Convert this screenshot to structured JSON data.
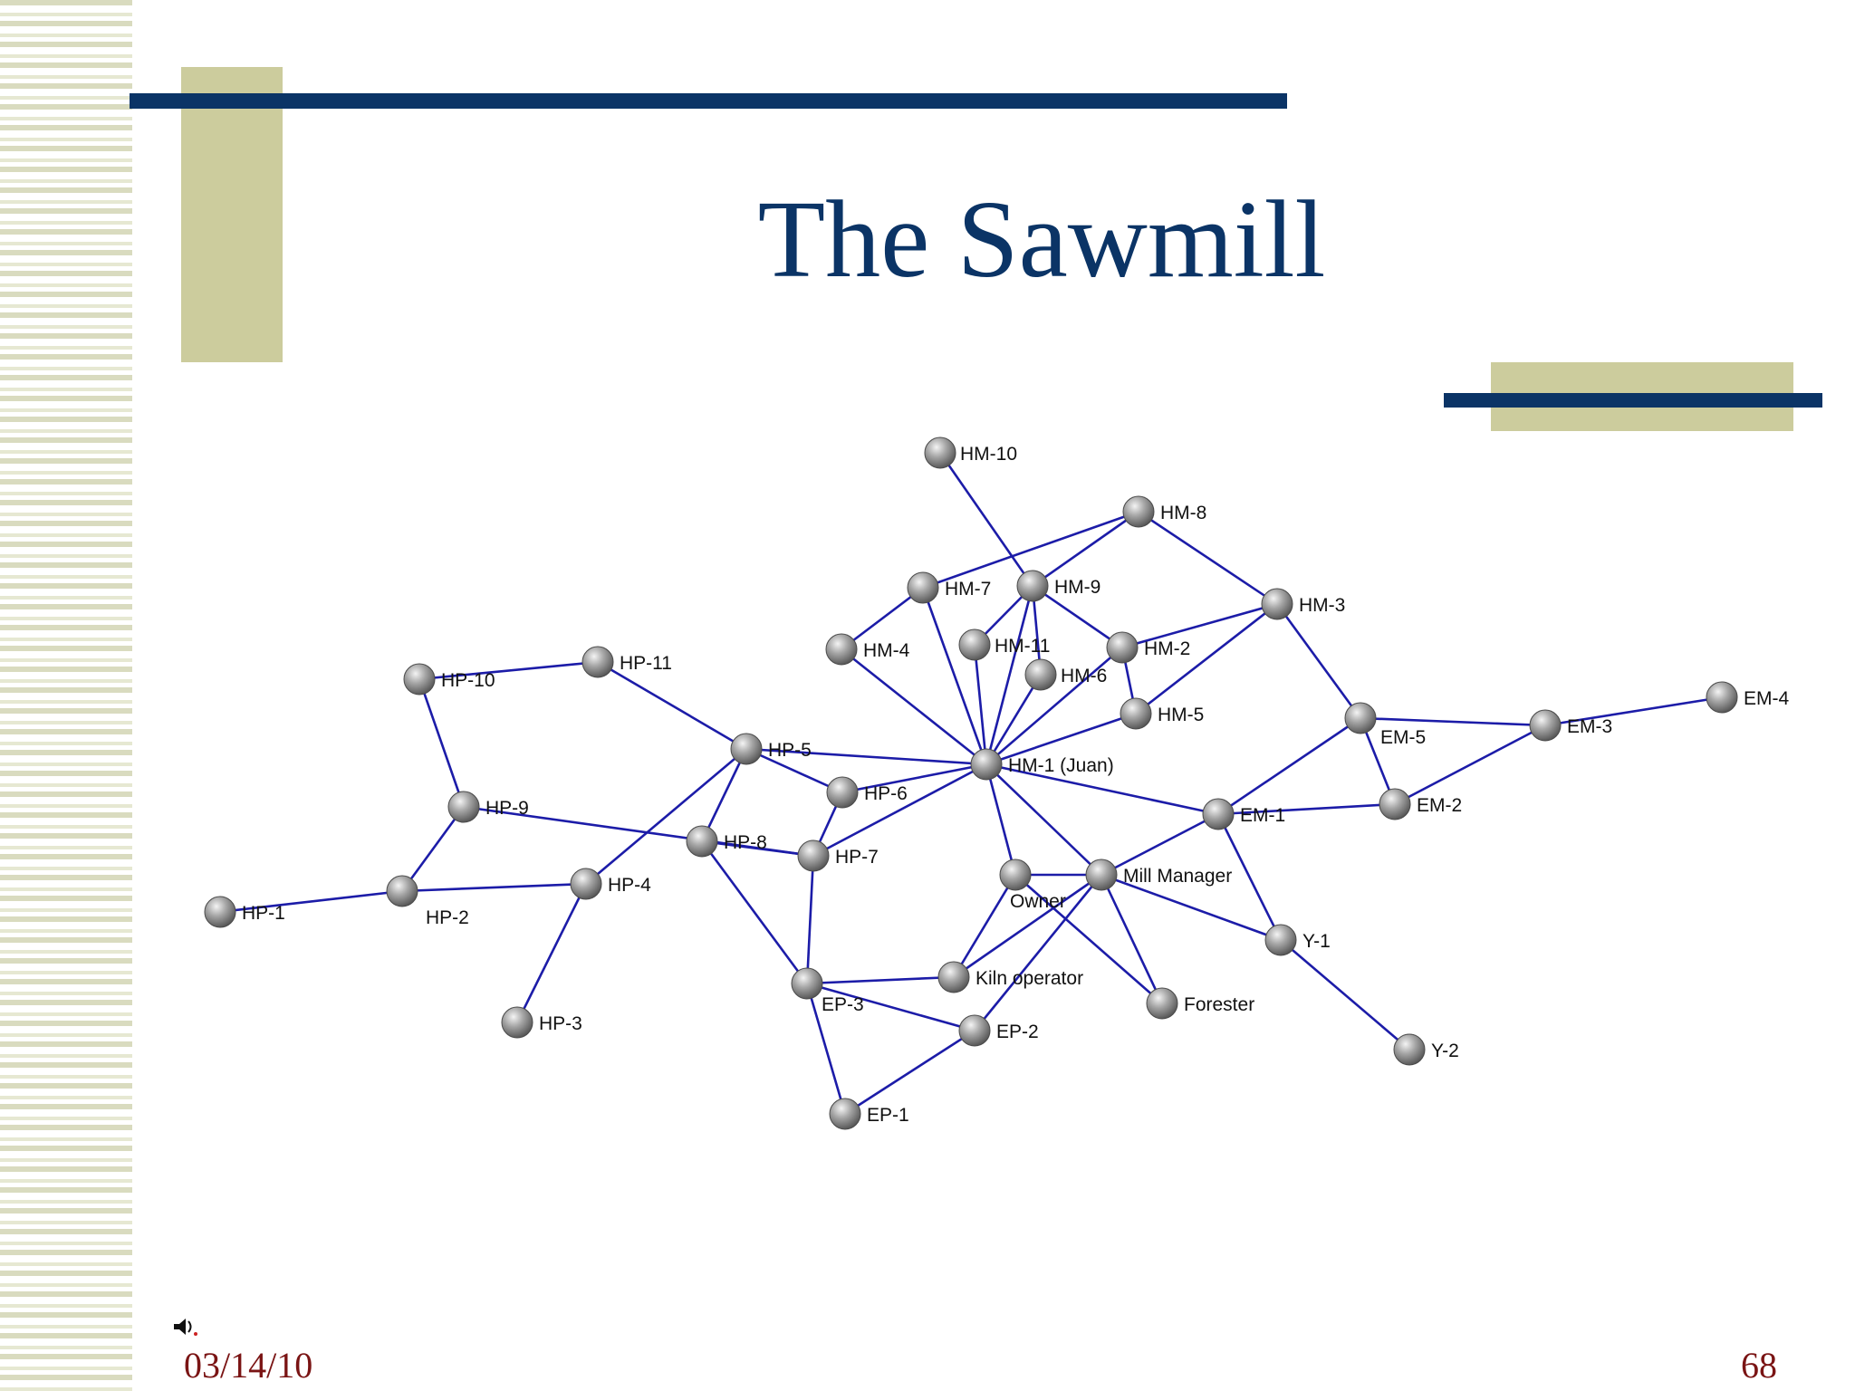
{
  "slide": {
    "title": "The Sawmill",
    "date": "03/14/10",
    "page_number": "68"
  },
  "colors": {
    "title": "#0b3466",
    "accent_bar": "#0b3466",
    "accent_block": "#cccc9d",
    "edge": "#1c1ca8",
    "node": "#9a9a9a",
    "footer_text": "#7a1414"
  },
  "icons": [
    "sound-icon"
  ],
  "network": {
    "nodes": [
      {
        "id": "HM-10",
        "label": "HM-10"
      },
      {
        "id": "HM-8",
        "label": "HM-8"
      },
      {
        "id": "HM-7",
        "label": "HM-7"
      },
      {
        "id": "HM-9",
        "label": "HM-9"
      },
      {
        "id": "HM-3",
        "label": "HM-3"
      },
      {
        "id": "HM-4",
        "label": "HM-4"
      },
      {
        "id": "HM-11",
        "label": "HM-11"
      },
      {
        "id": "HM-2",
        "label": "HM-2"
      },
      {
        "id": "HM-6",
        "label": "HM-6"
      },
      {
        "id": "HM-5",
        "label": "HM-5"
      },
      {
        "id": "HM-1",
        "label": "HM-1 (Juan)"
      },
      {
        "id": "HP-10",
        "label": "HP-10"
      },
      {
        "id": "HP-11",
        "label": "HP-11"
      },
      {
        "id": "HP-5",
        "label": "HP-5"
      },
      {
        "id": "HP-6",
        "label": "HP-6"
      },
      {
        "id": "HP-9",
        "label": "HP-9"
      },
      {
        "id": "HP-8",
        "label": "HP-8"
      },
      {
        "id": "HP-7",
        "label": "HP-7"
      },
      {
        "id": "HP-4",
        "label": "HP-4"
      },
      {
        "id": "HP-2",
        "label": "HP-2"
      },
      {
        "id": "HP-1",
        "label": "HP-1"
      },
      {
        "id": "HP-3",
        "label": "HP-3"
      },
      {
        "id": "EM-5",
        "label": "EM-5"
      },
      {
        "id": "EM-3",
        "label": "EM-3"
      },
      {
        "id": "EM-4",
        "label": "EM-4"
      },
      {
        "id": "EM-2",
        "label": "EM-2"
      },
      {
        "id": "EM-1",
        "label": "EM-1"
      },
      {
        "id": "Owner",
        "label": "Owner"
      },
      {
        "id": "Mill Manager",
        "label": "Mill Manager"
      },
      {
        "id": "Y-1",
        "label": "Y-1"
      },
      {
        "id": "Y-2",
        "label": "Y-2"
      },
      {
        "id": "Kiln operator",
        "label": "Kiln operator"
      },
      {
        "id": "Forester",
        "label": "Forester"
      },
      {
        "id": "EP-3",
        "label": "EP-3"
      },
      {
        "id": "EP-2",
        "label": "EP-2"
      },
      {
        "id": "EP-1",
        "label": "EP-1"
      }
    ],
    "edges": [
      [
        "HM-10",
        "HM-9"
      ],
      [
        "HM-8",
        "HM-7"
      ],
      [
        "HM-8",
        "HM-9"
      ],
      [
        "HM-8",
        "HM-3"
      ],
      [
        "HM-7",
        "HM-4"
      ],
      [
        "HM-7",
        "HM-1"
      ],
      [
        "HM-9",
        "HM-11"
      ],
      [
        "HM-9",
        "HM-6"
      ],
      [
        "HM-9",
        "HM-2"
      ],
      [
        "HM-9",
        "HM-1"
      ],
      [
        "HM-3",
        "HM-2"
      ],
      [
        "HM-3",
        "HM-5"
      ],
      [
        "HM-3",
        "EM-5"
      ],
      [
        "HM-2",
        "HM-5"
      ],
      [
        "HM-2",
        "HM-1"
      ],
      [
        "HM-4",
        "HM-1"
      ],
      [
        "HM-11",
        "HM-1"
      ],
      [
        "HM-6",
        "HM-1"
      ],
      [
        "HM-5",
        "HM-1"
      ],
      [
        "HM-1",
        "HP-5"
      ],
      [
        "HM-1",
        "HP-6"
      ],
      [
        "HM-1",
        "HP-7"
      ],
      [
        "HM-1",
        "EM-1"
      ],
      [
        "HM-1",
        "Owner"
      ],
      [
        "HM-1",
        "Mill Manager"
      ],
      [
        "HP-10",
        "HP-11"
      ],
      [
        "HP-10",
        "HP-9"
      ],
      [
        "HP-11",
        "HP-5"
      ],
      [
        "HP-5",
        "HP-6"
      ],
      [
        "HP-5",
        "HP-8"
      ],
      [
        "HP-5",
        "HP-4"
      ],
      [
        "HP-6",
        "HP-7"
      ],
      [
        "HP-9",
        "HP-7"
      ],
      [
        "HP-9",
        "HP-2"
      ],
      [
        "HP-8",
        "HP-7"
      ],
      [
        "HP-8",
        "EP-3"
      ],
      [
        "HP-7",
        "EP-3"
      ],
      [
        "HP-4",
        "HP-2"
      ],
      [
        "HP-4",
        "HP-3"
      ],
      [
        "HP-2",
        "HP-1"
      ],
      [
        "EM-5",
        "EM-3"
      ],
      [
        "EM-5",
        "EM-2"
      ],
      [
        "EM-5",
        "EM-1"
      ],
      [
        "EM-3",
        "EM-4"
      ],
      [
        "EM-3",
        "EM-2"
      ],
      [
        "EM-2",
        "EM-1"
      ],
      [
        "EM-1",
        "Mill Manager"
      ],
      [
        "EM-1",
        "Y-1"
      ],
      [
        "Owner",
        "Mill Manager"
      ],
      [
        "Owner",
        "Kiln operator"
      ],
      [
        "Owner",
        "Forester"
      ],
      [
        "Mill Manager",
        "Y-1"
      ],
      [
        "Mill Manager",
        "Kiln operator"
      ],
      [
        "Mill Manager",
        "Forester"
      ],
      [
        "Mill Manager",
        "EP-2"
      ],
      [
        "Y-1",
        "Y-2"
      ],
      [
        "Kiln operator",
        "EP-3"
      ],
      [
        "EP-3",
        "EP-2"
      ],
      [
        "EP-3",
        "EP-1"
      ],
      [
        "EP-2",
        "EP-1"
      ]
    ]
  }
}
